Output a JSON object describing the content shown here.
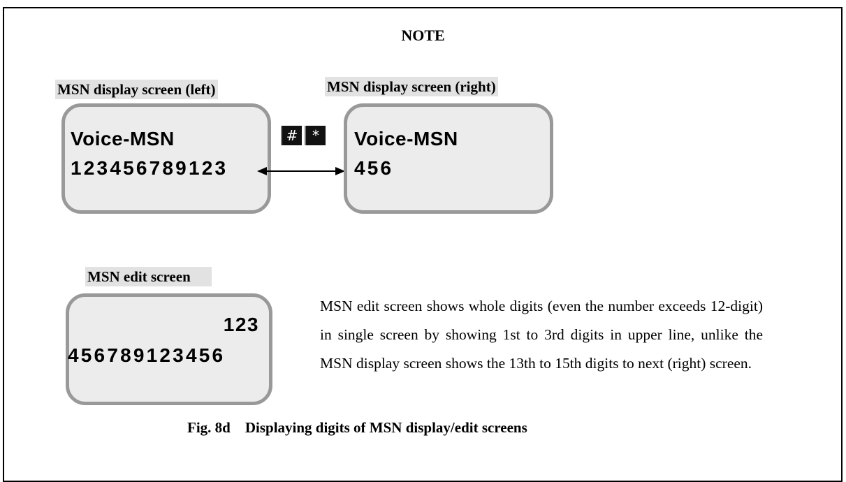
{
  "note_title": "NOTE",
  "captions": {
    "left": "MSN display screen  (left)",
    "right": "MSN display screen  (right)",
    "edit": "MSN edit screen"
  },
  "screens": {
    "left": {
      "line1": "Voice-MSN",
      "line2": "123456789123"
    },
    "right": {
      "line1": "Voice-MSN",
      "line2": "456"
    },
    "edit": {
      "line1": "123",
      "line2": "456789123456"
    }
  },
  "keys": {
    "hash": "#",
    "star": "*"
  },
  "description": "MSN edit screen shows whole digits (even the number exceeds 12-digit) in single screen by showing 1st to 3rd digits in upper line, unlike the MSN display screen shows the 13th to 15th digits to next (right) screen.",
  "figure_caption": "Fig. 8d    Displaying digits of MSN display/edit screens"
}
